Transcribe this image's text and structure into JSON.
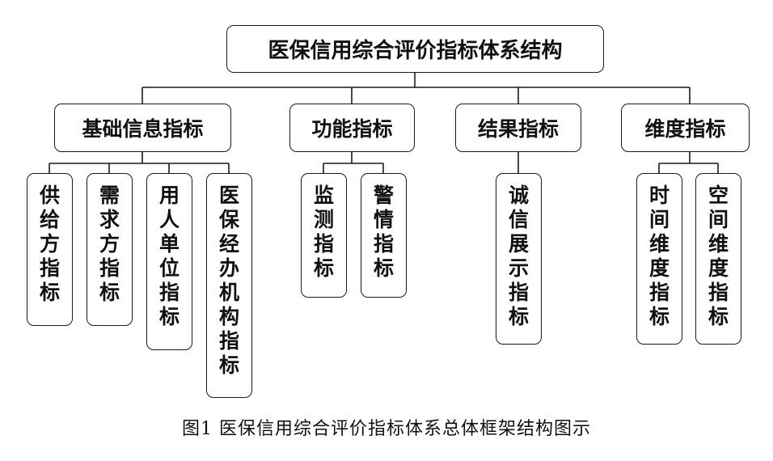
{
  "root": {
    "label": "医保信用综合评价指标体系结构"
  },
  "categories": [
    {
      "label": "基础信息指标",
      "children": [
        "供给方指标",
        "需求方指标",
        "用人单位指标",
        "医保经办机构指标"
      ]
    },
    {
      "label": "功能指标",
      "children": [
        "监测指标",
        "警情指标"
      ]
    },
    {
      "label": "结果指标",
      "children": [
        "诚信展示指标"
      ]
    },
    {
      "label": "维度指标",
      "children": [
        "时间维度指标",
        "空间维度指标"
      ]
    }
  ],
  "caption": "图1  医保信用综合评价指标体系总体框架结构图示",
  "colors": {
    "line": "#1a1a1a",
    "text": "#111111",
    "background": "#ffffff"
  }
}
